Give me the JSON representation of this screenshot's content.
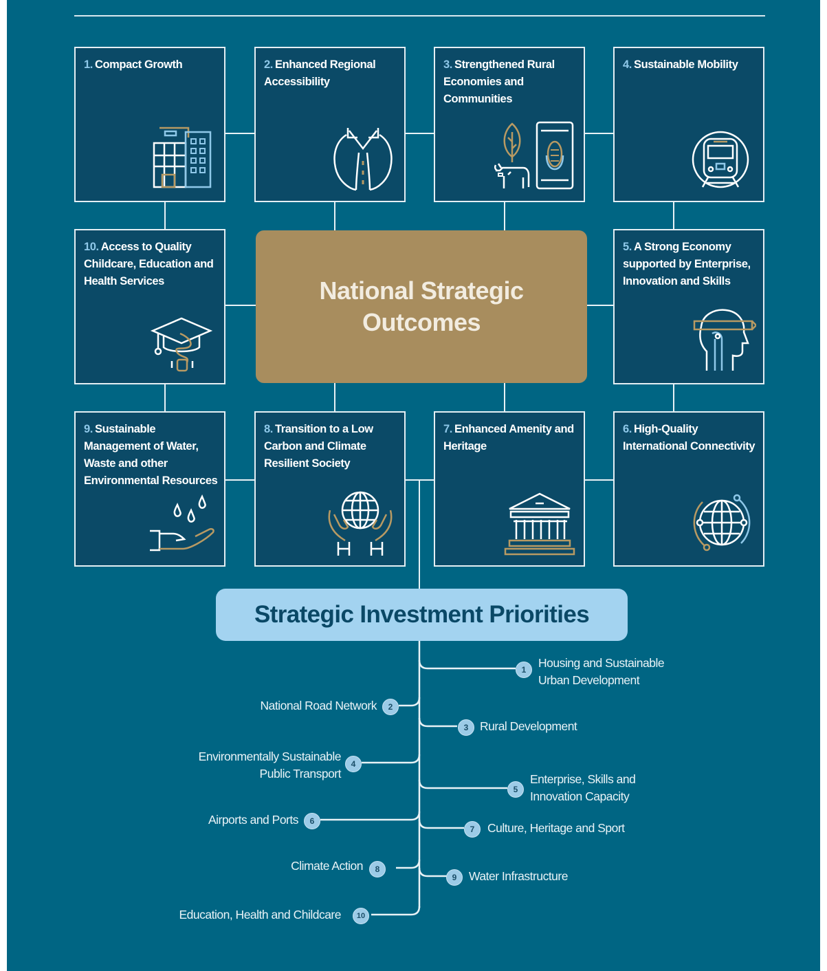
{
  "center": {
    "title": "National Strategic Outcomes"
  },
  "outcomes": [
    {
      "number": "1.",
      "title": "Compact Growth",
      "icon": "buildings-icon"
    },
    {
      "number": "2.",
      "title": "Enhanced Regional Accessibility",
      "icon": "road-arrows-icon"
    },
    {
      "number": "3.",
      "title": "Strengthened Rural Economies and Communities",
      "icon": "leaf-cow-phone-icon"
    },
    {
      "number": "4.",
      "title": "Sustainable Mobility",
      "icon": "train-icon"
    },
    {
      "number": "5.",
      "title": "A Strong Economy supported by Enterprise, Innovation and Skills",
      "icon": "head-pencil-icon"
    },
    {
      "number": "6.",
      "title": "High-Quality International Connectivity",
      "icon": "globe-network-icon"
    },
    {
      "number": "7.",
      "title": "Enhanced Amenity and Heritage",
      "icon": "museum-icon"
    },
    {
      "number": "8.",
      "title": "Transition to a Low Carbon and Climate Resilient Society",
      "icon": "globe-hands-icon"
    },
    {
      "number": "9.",
      "title": "Sustainable Management of Water, Waste and other Environmental Resources",
      "icon": "water-hand-icon"
    },
    {
      "number": "10.",
      "title": "Access to Quality Childcare, Education and Health Services",
      "icon": "graduation-stethoscope-icon"
    }
  ],
  "investment": {
    "title": "Strategic Investment Priorities",
    "priorities": [
      {
        "number": "1",
        "label": "Housing and Sustainable Urban Development"
      },
      {
        "number": "2",
        "label": "National Road Network"
      },
      {
        "number": "3",
        "label": "Rural Development"
      },
      {
        "number": "4",
        "label": "Environmentally Sustainable Public Transport"
      },
      {
        "number": "5",
        "label": "Enterprise, Skills and Innovation Capacity"
      },
      {
        "number": "6",
        "label": "Airports and Ports"
      },
      {
        "number": "7",
        "label": "Culture, Heritage and Sport"
      },
      {
        "number": "8",
        "label": "Climate Action"
      },
      {
        "number": "9",
        "label": "Water Infrastructure"
      },
      {
        "number": "10",
        "label": "Education, Health and Childcare"
      }
    ]
  },
  "colors": {
    "background": "#006583",
    "box": "#0b4a67",
    "center": "#a88d5e",
    "banner": "#a3d3f0",
    "gold": "#b89a63",
    "light_blue": "#8fc8e9"
  }
}
